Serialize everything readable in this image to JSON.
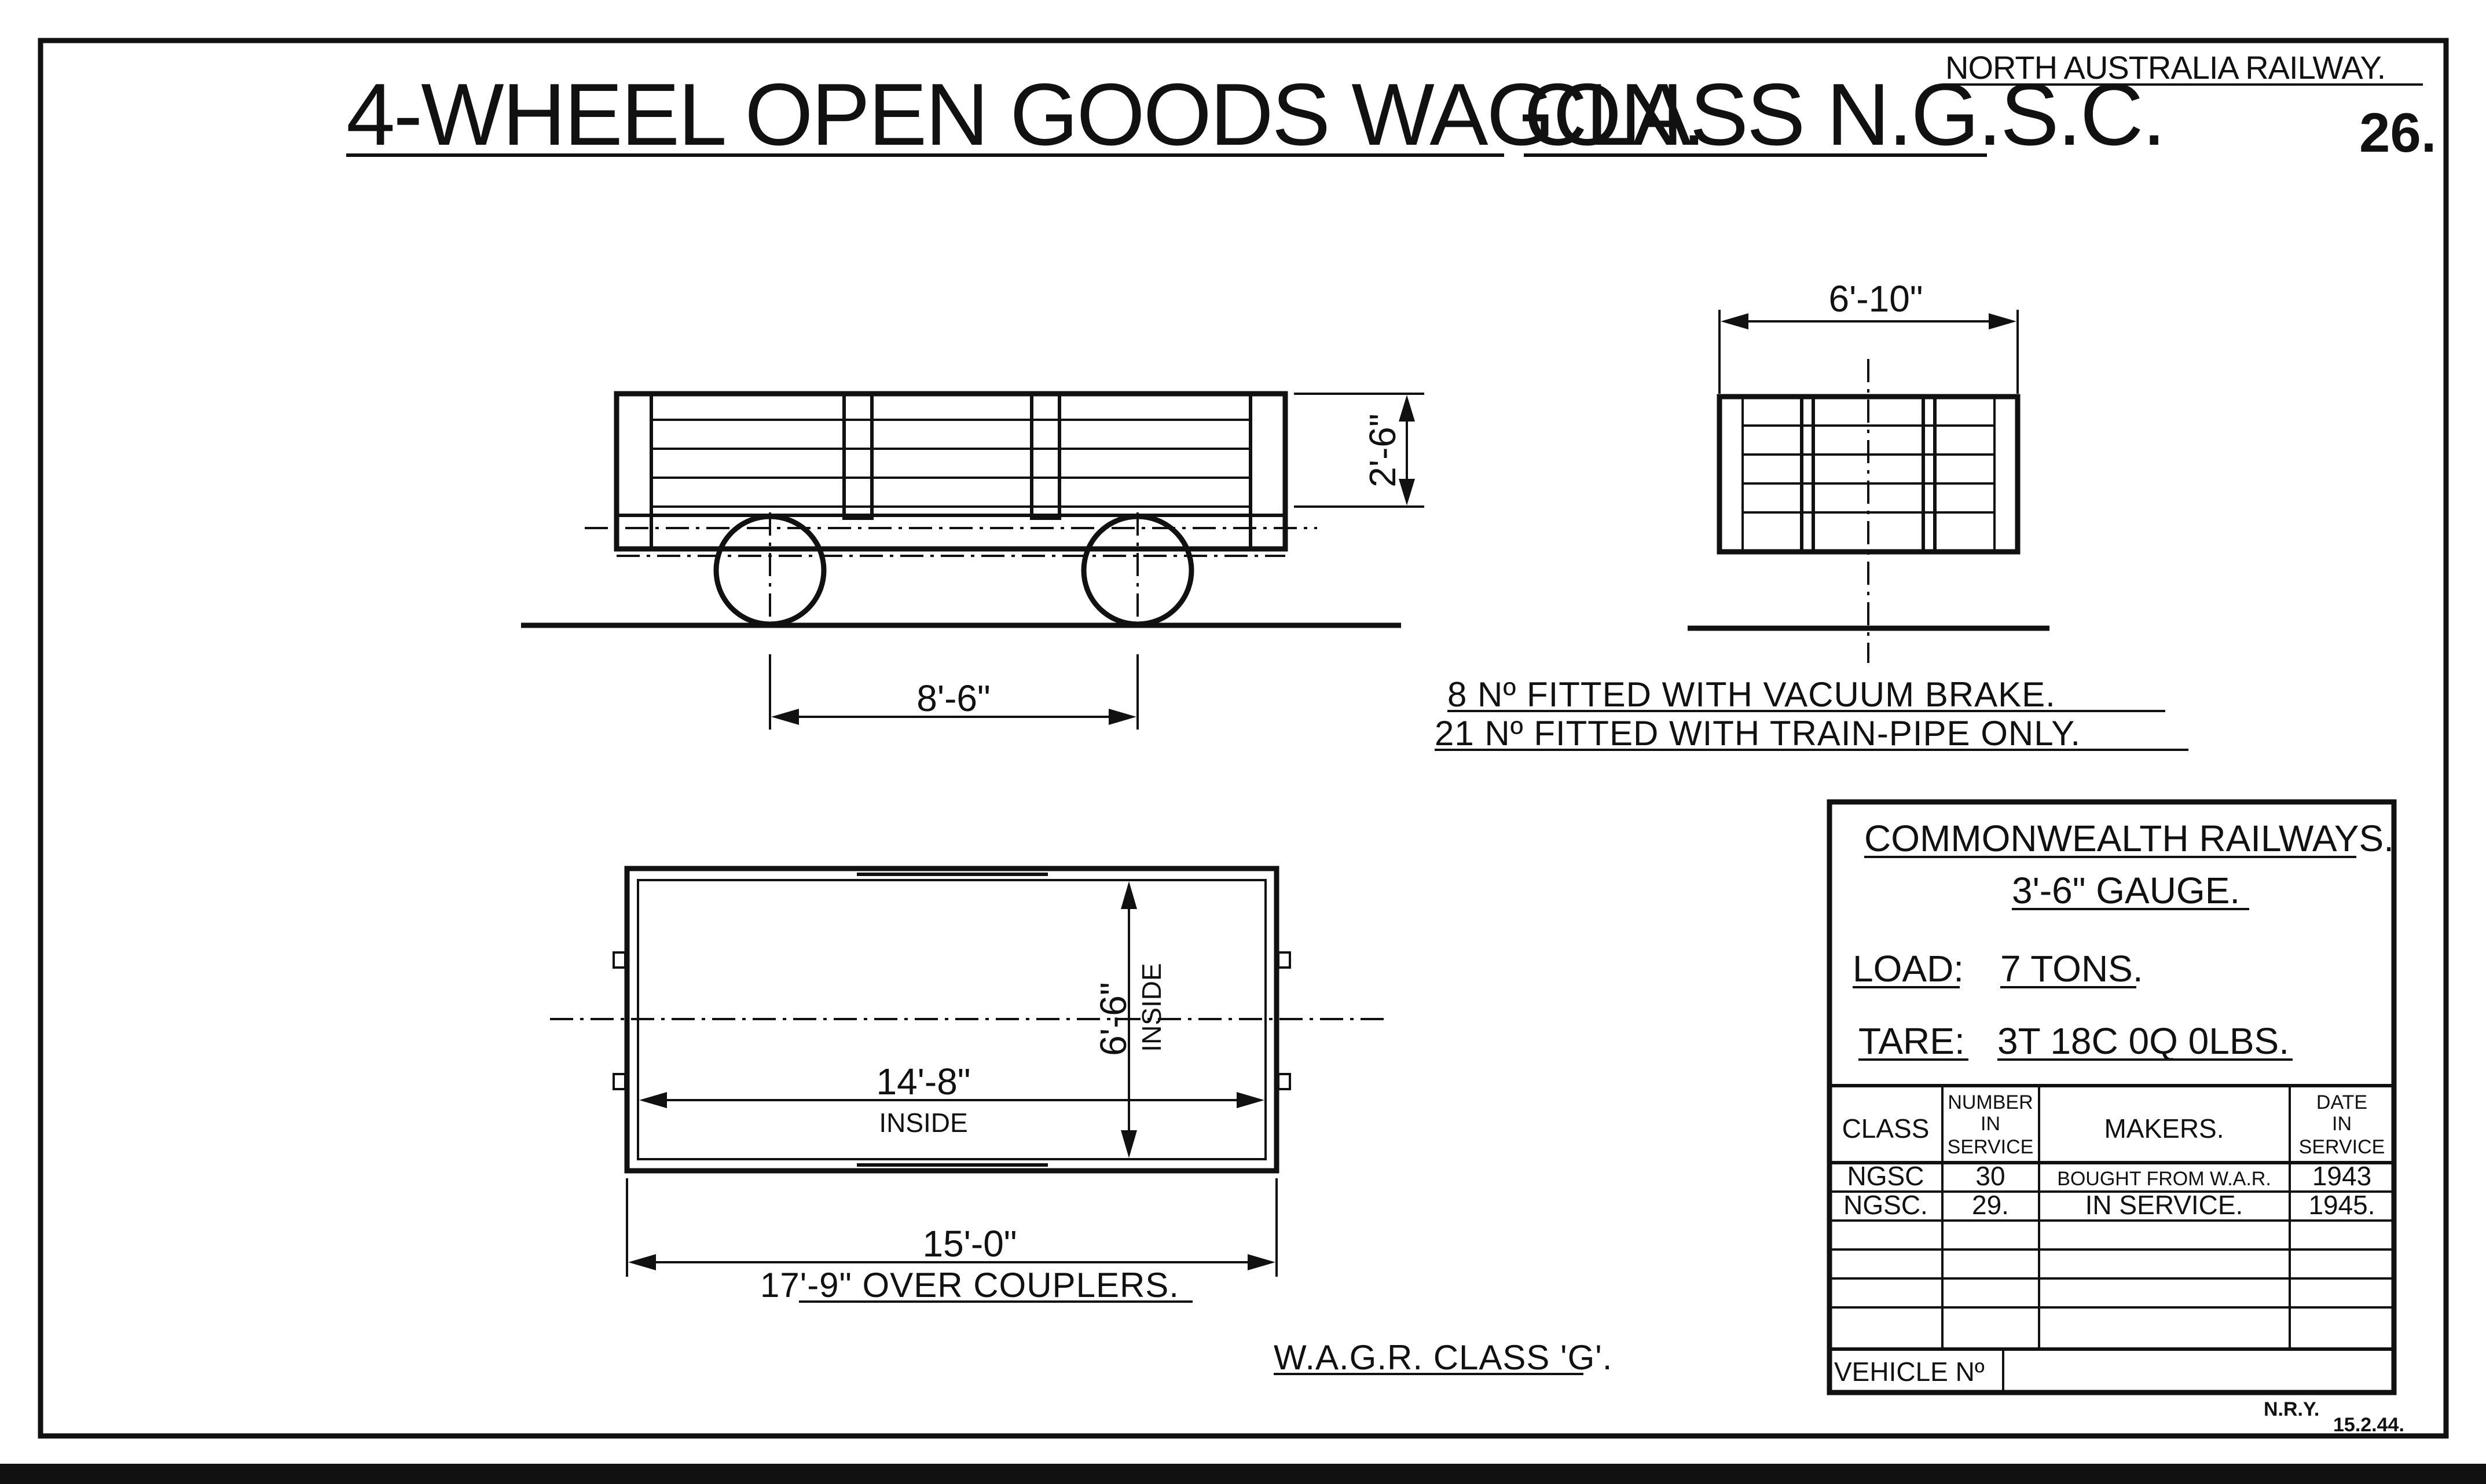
{
  "railway": "NORTH AUSTRALIA RAILWAY.",
  "title_main": "4-WHEEL OPEN GOODS WAGON.",
  "title_class": "CLASS N.G.S.C.",
  "sheet_number": "26.",
  "dimensions": {
    "wheelbase": "8'-6\"",
    "side_height": "2'-6\"",
    "end_width": "6'-10\"",
    "inside_width": "6'-6\"",
    "inside_width_note": "INSIDE",
    "inside_length": "14'-8\"",
    "inside_length_note": "INSIDE",
    "overall_length": "15'-0\"",
    "over_couplers": "17'-9\" OVER COUPLERS."
  },
  "notes": {
    "vacuum_brake": "8 Nº FITTED WITH VACUUM BRAKE.",
    "train_pipe": "21 Nº FITTED WITH TRAIN-PIPE ONLY.",
    "wagr": "W.A.G.R. CLASS 'G'."
  },
  "info_box": {
    "railways": "COMMONWEALTH RAILWAYS.",
    "gauge": "3'-6\" GAUGE.",
    "load_label": "LOAD:",
    "load_value": "7 TONS.",
    "tare_label": "TARE:",
    "tare_value": "3T 18C 0Q 0LBS.",
    "headers": {
      "class": "CLASS",
      "number_1": "NUMBER",
      "number_2": "IN",
      "number_3": "SERVICE",
      "makers": "MAKERS.",
      "date_1": "DATE",
      "date_2": "IN",
      "date_3": "SERVICE"
    },
    "rows": [
      {
        "class": "NGSC",
        "number": "30",
        "makers": "BOUGHT FROM W.A.R.",
        "date": "1943"
      },
      {
        "class": "NGSC.",
        "number": "29.",
        "makers": "IN SERVICE.",
        "date": "1945."
      }
    ],
    "vehicle_no": "VEHICLE Nº"
  },
  "footer": {
    "initials": "N.R.Y.",
    "date": "15.2.44."
  }
}
